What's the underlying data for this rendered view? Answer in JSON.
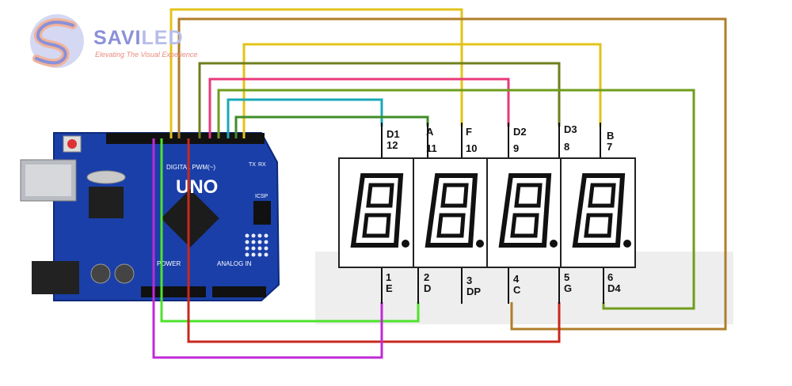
{
  "logo": {
    "name_main": "SAVI",
    "name_accent": "LED",
    "tagline": "Elevating The Visual Experience"
  },
  "board": {
    "model": "UNO",
    "section_digital": "DIGITAL PWM(~)",
    "section_power": "POWER",
    "section_analog": "ANALOG IN",
    "header_icsp": "ICSP",
    "tx": "TX",
    "rx": "RX"
  },
  "display": {
    "digits": 4
  },
  "top_pins": [
    {
      "name": "D1",
      "number": "12"
    },
    {
      "name": "A",
      "number": "11"
    },
    {
      "name": "F",
      "number": "10"
    },
    {
      "name": "D2",
      "number": "9"
    },
    {
      "name": "D3",
      "number": "8"
    },
    {
      "name": "B",
      "number": "7"
    }
  ],
  "bottom_pins": [
    {
      "number": "1",
      "name": "E"
    },
    {
      "number": "2",
      "name": "D"
    },
    {
      "number": "3",
      "name": "DP"
    },
    {
      "number": "4",
      "name": "C"
    },
    {
      "number": "5",
      "name": "G"
    },
    {
      "number": "6",
      "name": "D4"
    }
  ],
  "wire_colors": {
    "yellow": "#e3c31a",
    "brown": "#b07d2a",
    "olive": "#6f7f1c",
    "pink": "#e8397a",
    "cyan": "#1aa8b8",
    "green": "#3f8d2a",
    "lime": "#4ee22c",
    "red": "#c9281e",
    "magenta": "#c02ad6",
    "board_blue": "#1a3fa8"
  }
}
